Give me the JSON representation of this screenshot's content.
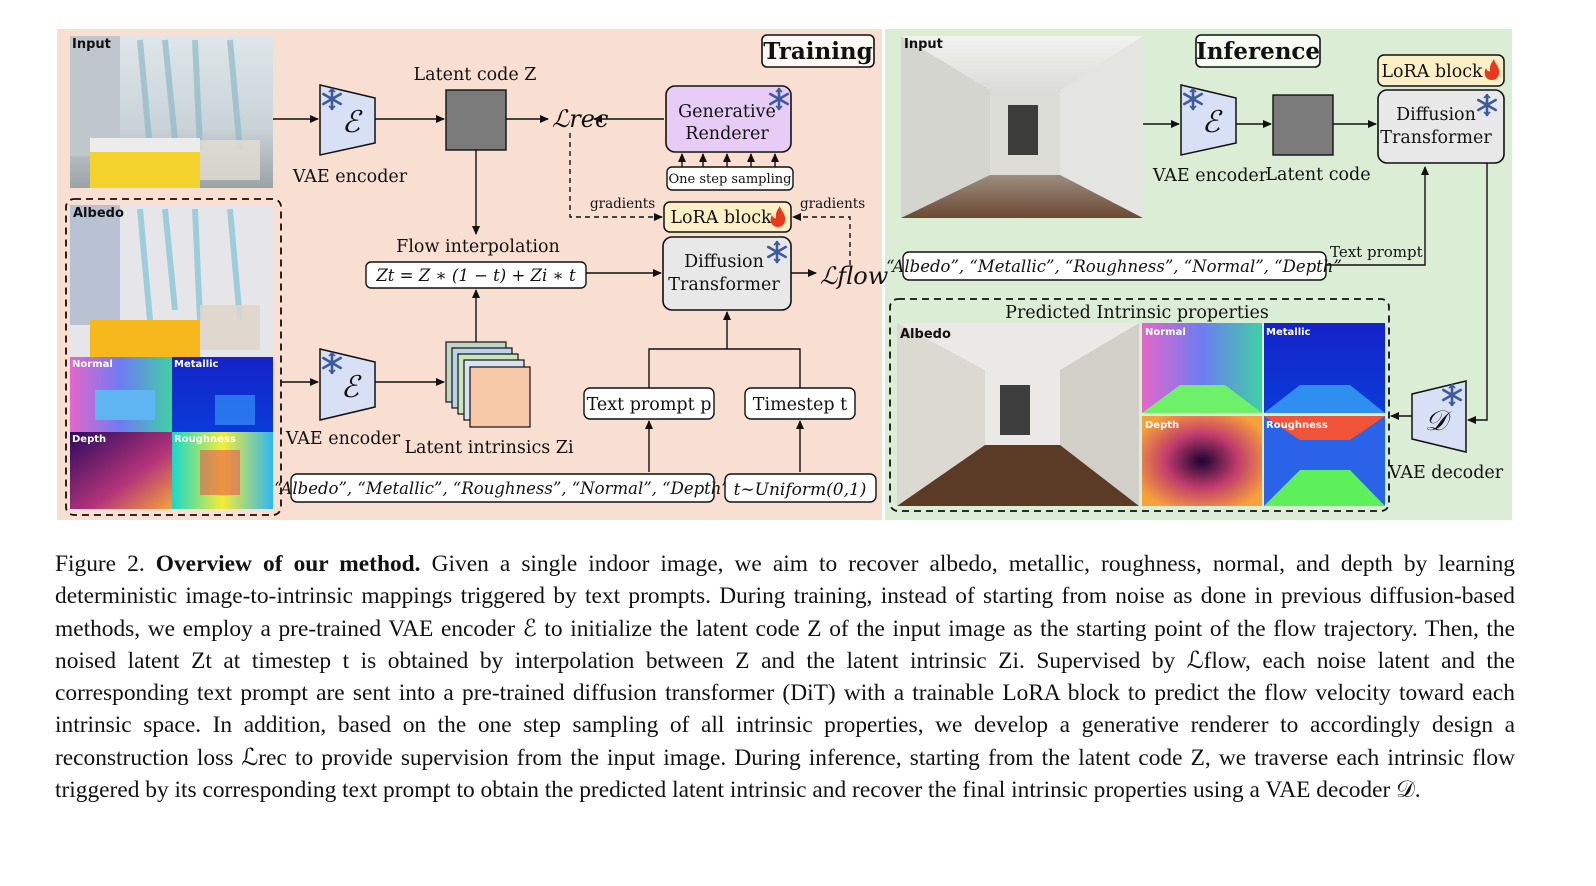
{
  "training": {
    "title": "Training",
    "input_label": "Input",
    "vae_encoder_top": "VAE encoder",
    "encoder_symbol": "ℰ",
    "latent_code_label": "Latent code Z",
    "loss_rec": "ℒrec",
    "generative_renderer": [
      "Generative",
      "Renderer"
    ],
    "one_step_sampling": "One step sampling",
    "gradients_left": "gradients",
    "gradients_right": "gradients",
    "lora_block": "LoRA block",
    "flow_interpolation": "Flow interpolation",
    "flow_formula": "Zt = Z ∗ (1 − t) + Zi ∗ t",
    "diffusion_transformer": [
      "Diffusion",
      "Transformer"
    ],
    "loss_flow": "ℒflow",
    "albedo_label": "Albedo",
    "normal_label": "Normal",
    "metallic_label": "Metallic",
    "depth_label": "Depth",
    "roughness_label": "Roughness",
    "vae_encoder_bottom": "VAE encoder",
    "latent_intrinsics": "Latent intrinsics Zi",
    "text_prompt": "Text prompt p",
    "timestep": "Timestep t",
    "prompt_list": "“Albedo”, “Metallic”, “Roughness”, “Normal”, “Depth”",
    "uniform": "t∼Uniform(0,1)"
  },
  "inference": {
    "title": "Inference",
    "input_label": "Input",
    "vae_encoder": "VAE encoder",
    "encoder_symbol": "ℰ",
    "latent_code": "Latent code",
    "lora_block": "LoRA block",
    "diffusion_transformer": [
      "Diffusion",
      "Transformer"
    ],
    "text_prompt": "Text prompt",
    "prompt_list": "“Albedo”, “Metallic”, “Roughness”, “Normal”, “Depth”",
    "predicted_title": "Predicted Intrinsic properties",
    "albedo_label": "Albedo",
    "normal_label": "Normal",
    "metallic_label": "Metallic",
    "depth_label": "Depth",
    "roughness_label": "Roughness",
    "decoder_symbol": "𝒟",
    "vae_decoder": "VAE decoder"
  },
  "caption": {
    "figure_label": "Figure 2.",
    "title": "Overview of our method.",
    "text": "Given a single indoor image, we aim to recover albedo, metallic, roughness, normal, and depth by learning deterministic image-to-intrinsic mappings triggered by text prompts. During training, instead of starting from noise as done in previous diffusion-based methods, we employ a pre-trained VAE encoder ℰ to initialize the latent code Z of the input image as the starting point of the flow trajectory. Then, the noised latent Zt at timestep t is obtained by interpolation between Z and the latent intrinsic Zi. Supervised by ℒflow, each noise latent and the corresponding text prompt are sent into a pre-trained diffusion transformer (DiT) with a trainable LoRA block to predict the flow velocity toward each intrinsic space. In addition, based on the one step sampling of all intrinsic properties, we develop a generative renderer to accordingly design a reconstruction loss ℒrec to provide supervision from the input image. During inference, starting from the latent code Z, we traverse each intrinsic flow triggered by its corresponding text prompt to obtain the predicted latent intrinsic and recover the final intrinsic properties using a VAE decoder 𝒟."
  },
  "colors": {
    "training_bg": "#f9dfd1",
    "inference_bg": "#dcedd6",
    "renderer_fill": "#e7cdf5",
    "lora_fill": "#fdf0c6",
    "dit_fill": "#e8e8e8",
    "encoder_fill": "#d7e0f4",
    "latent_fill": "#7b7b7b",
    "flame": "#e8391e",
    "snowflake": "#3d5a9e"
  },
  "icons": [
    "snowflake-icon",
    "flame-icon",
    "arrow-icon"
  ]
}
